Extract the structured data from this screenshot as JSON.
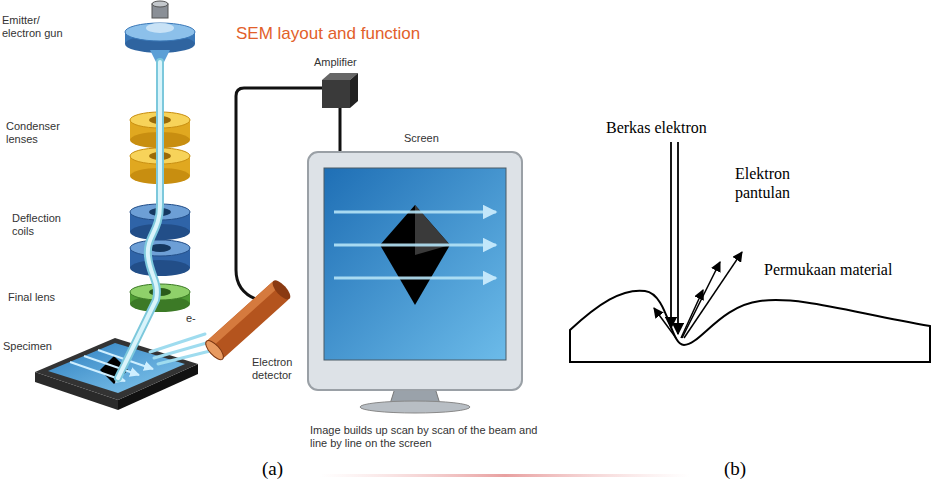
{
  "diagram": {
    "title": "SEM layout and function",
    "labels": [
      "Emitter/ electron gun",
      "Condenser lenses",
      "Deflection coils",
      "Final lens",
      "Specimen",
      "e-",
      "Electron detector",
      "Amplifier",
      "Screen",
      "Image builds up scan by scan of the beam and line by line on the screen",
      "(a)",
      "Berkas elektron",
      "Elektron pantulan",
      "Permukaan material",
      "(b)"
    ]
  }
}
